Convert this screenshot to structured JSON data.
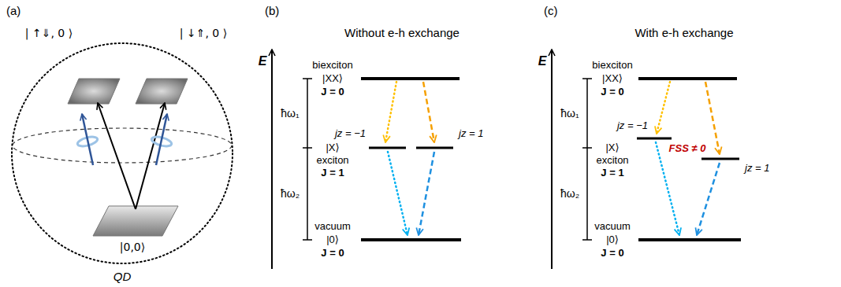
{
  "diagram": {
    "labels": [
      "(a)",
      "| ↑⇓, 0 ⟩",
      "| ↓⇑, 0 ⟩",
      "|0,0⟩",
      "QD",
      "(b)",
      "Without e-h exchange",
      "E",
      "biexciton",
      "|XX⟩",
      "J = 0",
      "ħω₁",
      "|X⟩",
      "exciton",
      "J = 1",
      "ħω₂",
      "vacuum",
      "|0⟩",
      "J = 0",
      "jz = −1",
      "jz = 1",
      "(c)",
      "With e-h exchange",
      "E",
      "biexciton",
      "|XX⟩",
      "J = 0",
      "ħω₁",
      "|X⟩",
      "exciton",
      "J = 1",
      "ħω₂",
      "vacuum",
      "|0⟩",
      "J = 0",
      "jz = −1",
      "FSS ≠ 0",
      "jz = 1"
    ]
  }
}
